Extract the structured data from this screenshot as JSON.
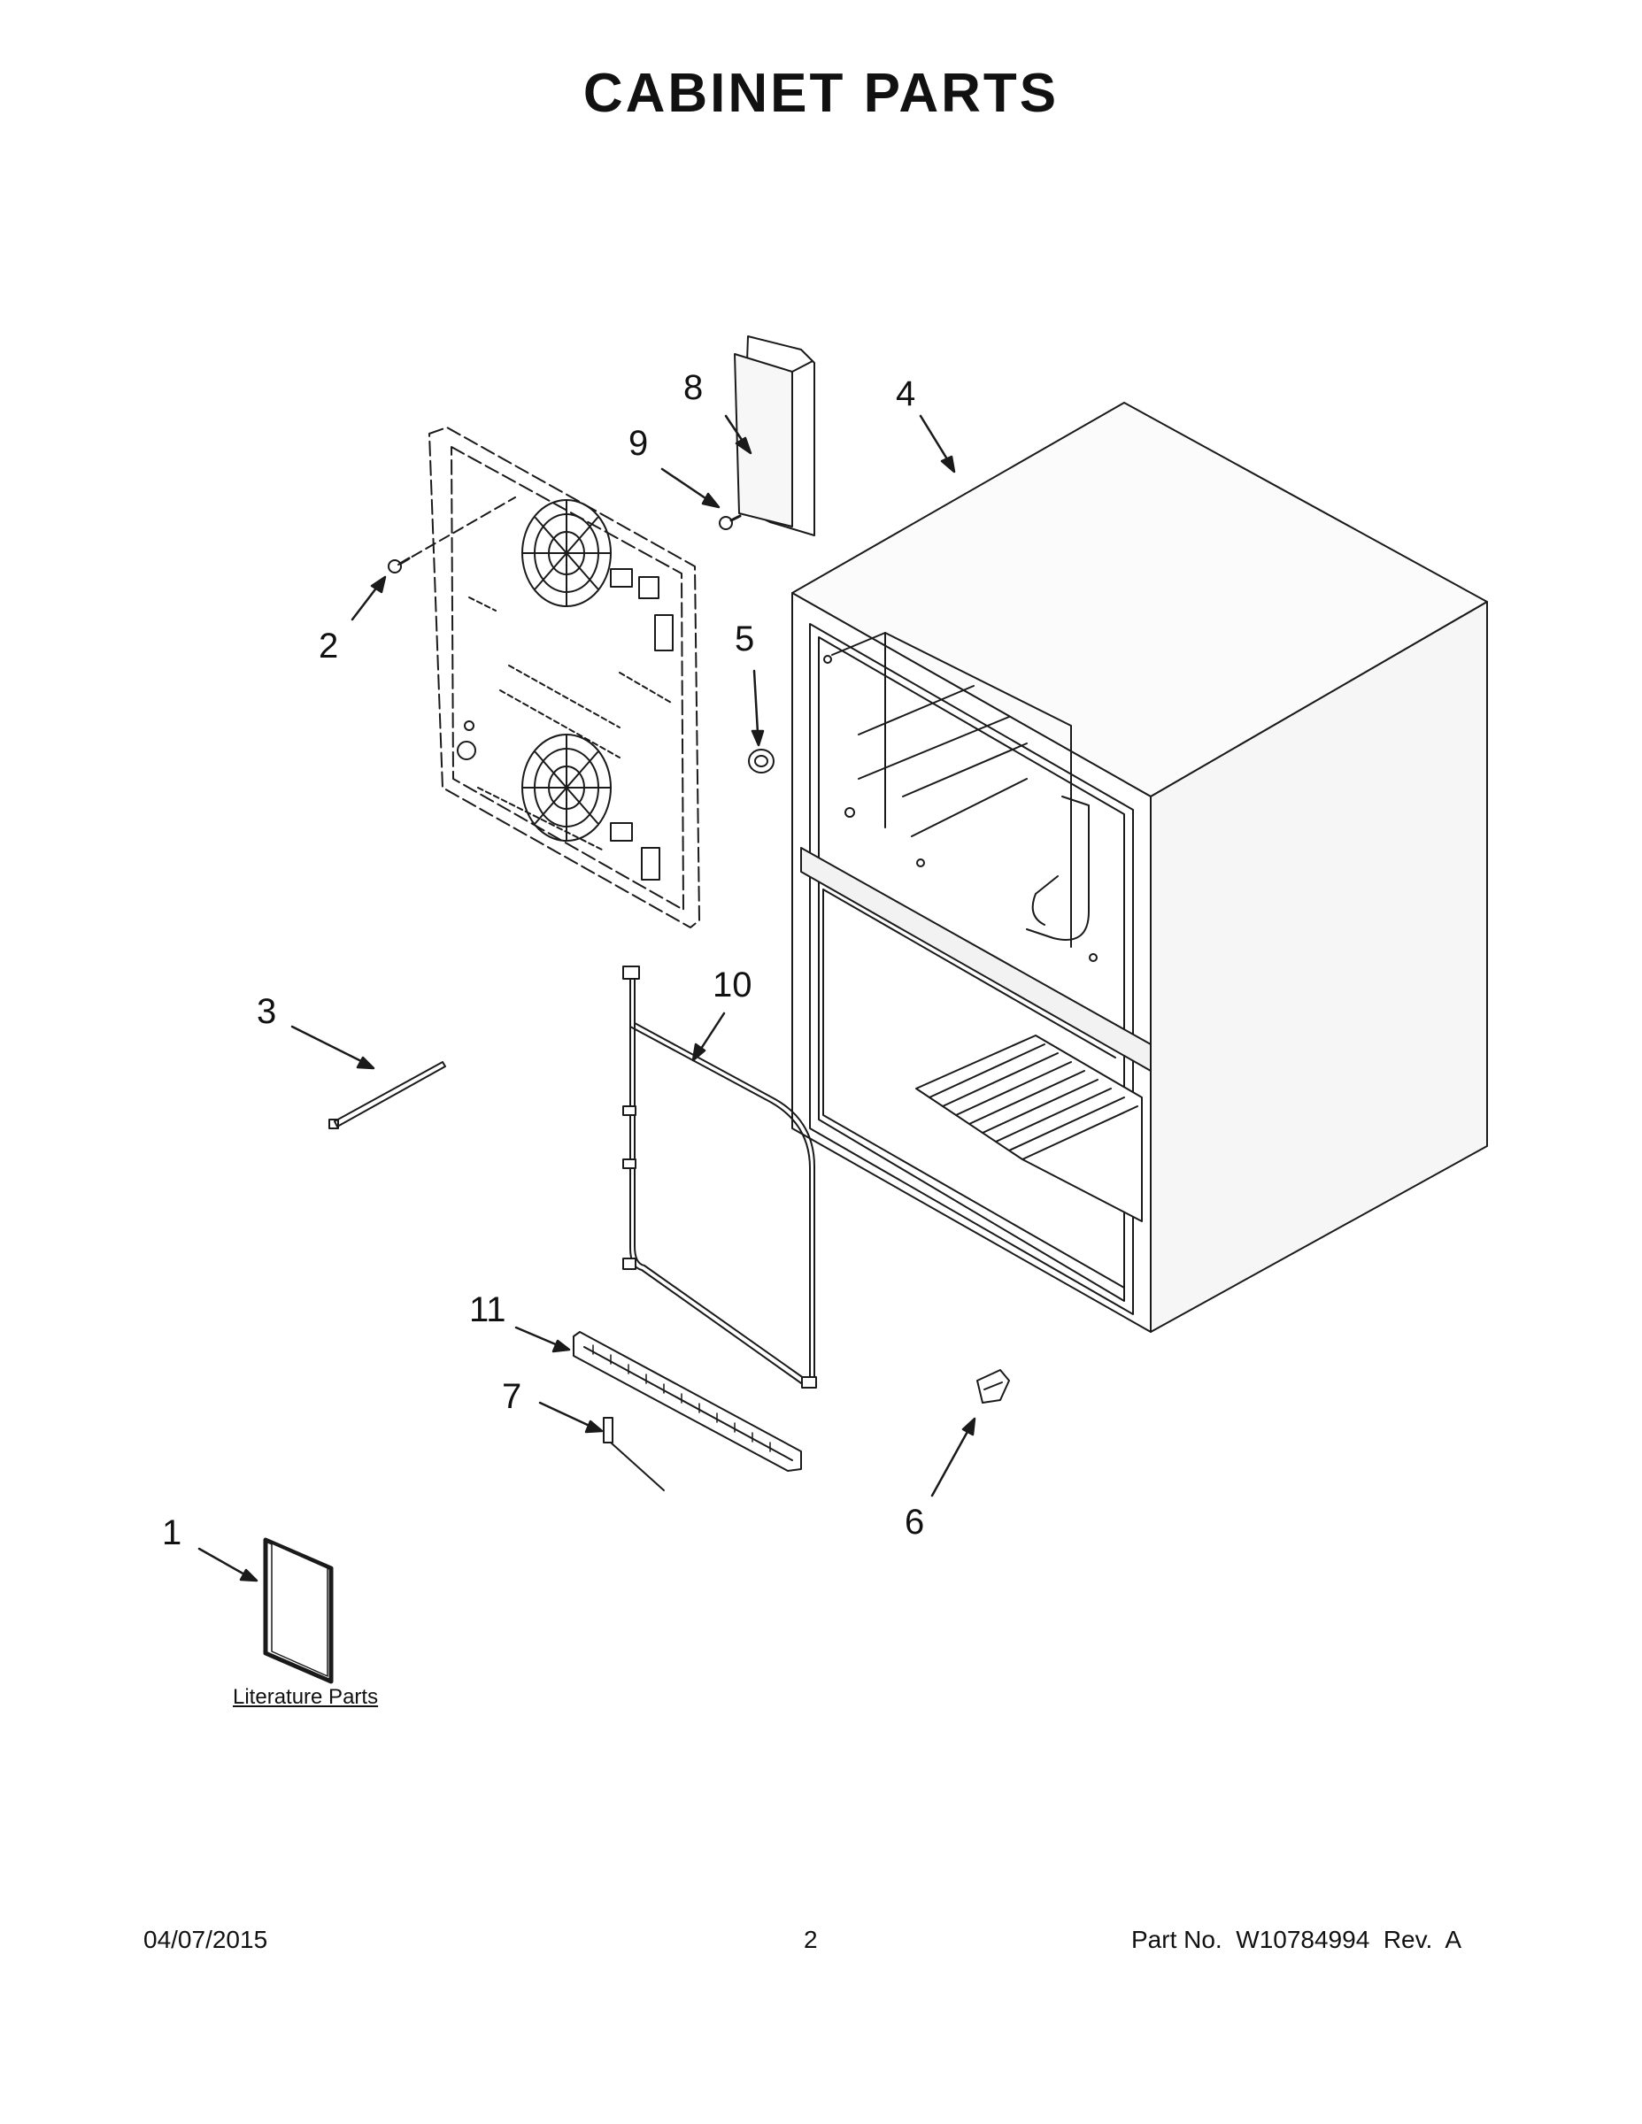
{
  "title": "CABINET PARTS",
  "callouts": [
    {
      "id": "1",
      "label": "1"
    },
    {
      "id": "2",
      "label": "2"
    },
    {
      "id": "3",
      "label": "3"
    },
    {
      "id": "4",
      "label": "4"
    },
    {
      "id": "5",
      "label": "5"
    },
    {
      "id": "6",
      "label": "6"
    },
    {
      "id": "7",
      "label": "7"
    },
    {
      "id": "8",
      "label": "8"
    },
    {
      "id": "9",
      "label": "9"
    },
    {
      "id": "10",
      "label": "10"
    },
    {
      "id": "11",
      "label": "11"
    }
  ],
  "literature_label": "Literature Parts",
  "footer": {
    "date": "04/07/2015",
    "page": "2",
    "part_no": "Part No.  W10784994  Rev.  A"
  }
}
